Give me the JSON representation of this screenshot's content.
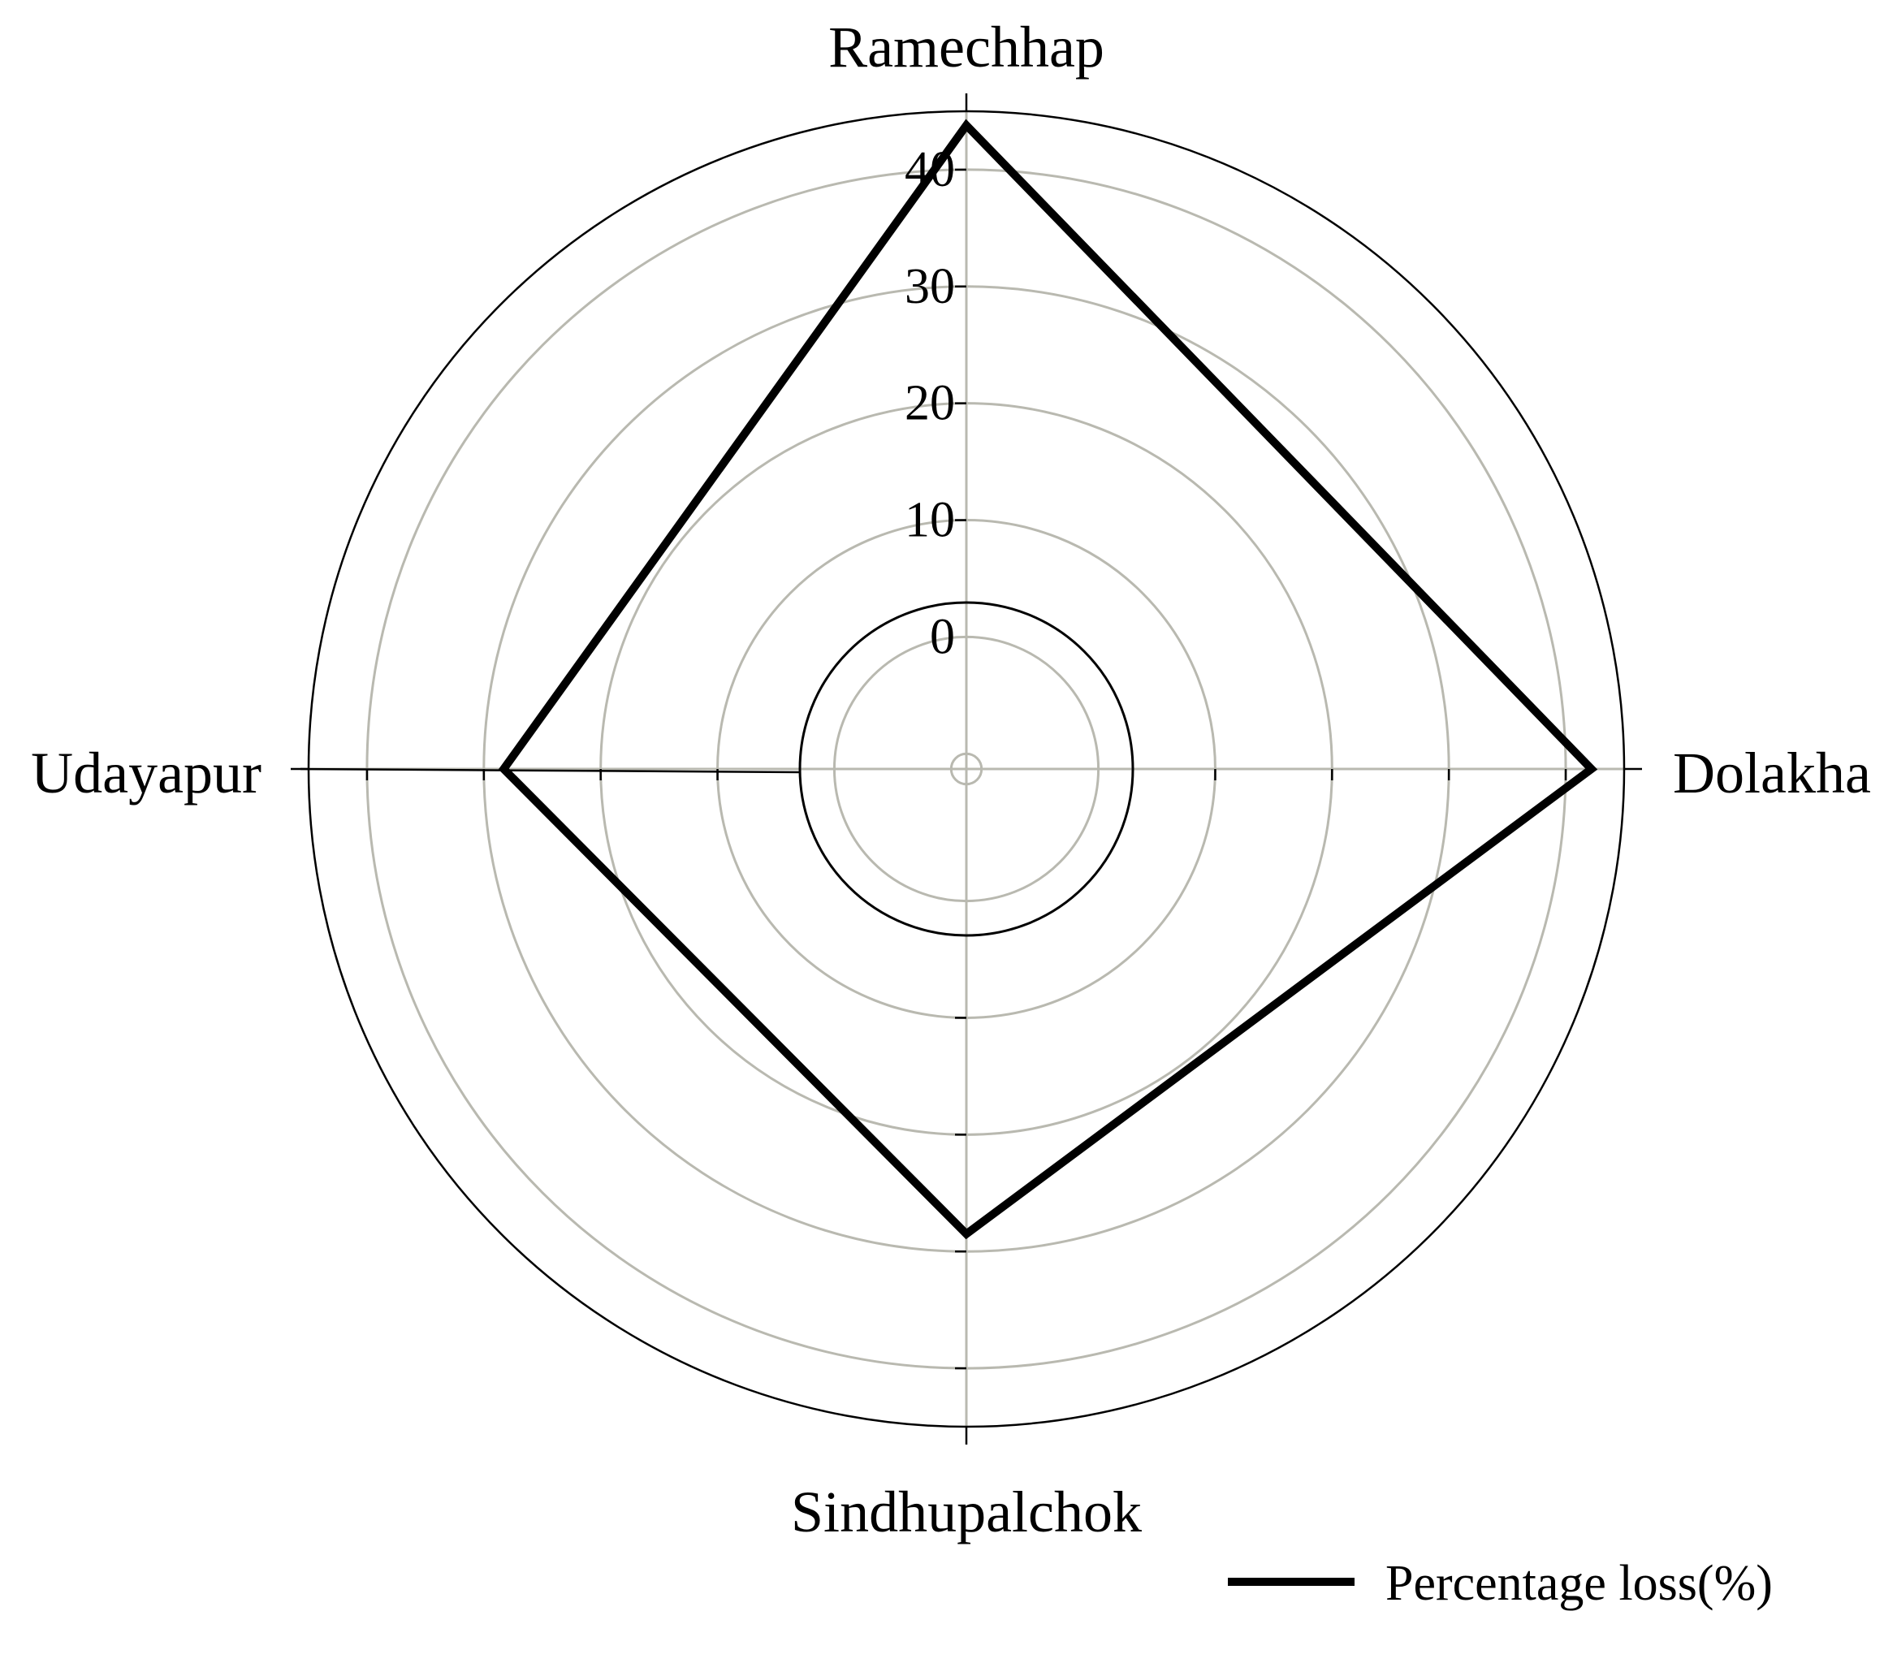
{
  "chart_data": {
    "type": "radar",
    "categories": [
      "Ramechhap",
      "Dolakha",
      "Sindhupalchok",
      "Udayapur"
    ],
    "series": [
      {
        "name": "Percentage loss(%)",
        "values": [
          43.8,
          42.2,
          28.5,
          28.3
        ],
        "color": "#000000"
      }
    ],
    "radial_ticks": [
      "0",
      "10",
      "20",
      "30",
      "40"
    ],
    "radial_range": [
      -11.3,
      45
    ],
    "grid_values": [
      -10,
      0,
      10,
      20,
      30,
      40
    ],
    "grid": true,
    "legend_position": "bottom-right"
  }
}
